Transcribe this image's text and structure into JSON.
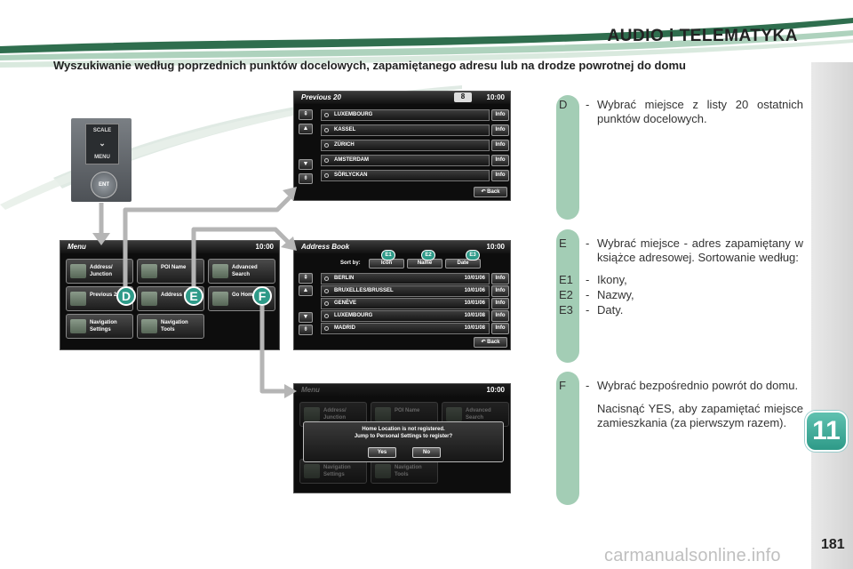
{
  "header": {
    "title": "AUDIO i TELEMATYKA"
  },
  "section_title": "Wyszukiwanie według poprzednich punktów docelowych, zapamiętanego adresu lub na drodze powrotnej do domu",
  "chapter": "11",
  "page_number": "181",
  "watermark": "carmanualsonline.info",
  "markers": {
    "d": "D",
    "e": "E",
    "f": "F"
  },
  "hardware": {
    "scale": "SCALE",
    "menu": "MENU",
    "ent": "ENT"
  },
  "menu_screen": {
    "title": "Menu",
    "clock": "10:00",
    "buttons": [
      {
        "label": "Address/ Junction"
      },
      {
        "label": "POI Name"
      },
      {
        "label": "Advanced Search"
      },
      {
        "label": "Previous 20"
      },
      {
        "label": "Address Book"
      },
      {
        "label": "Go Home"
      },
      {
        "label": "Navigation Settings"
      },
      {
        "label": "Navigation Tools"
      }
    ]
  },
  "previous_screen": {
    "title": "Previous 20",
    "clock": "10:00",
    "counter": "8",
    "rows": [
      "LUXEMBOURG",
      "KASSEL",
      "ZÜRICH",
      "AMSTERDAM",
      "SÖRLYCKAN"
    ],
    "info": "Info",
    "back": "Back"
  },
  "address_screen": {
    "title": "Address Book",
    "clock": "10:00",
    "sort_by": "Sort by:",
    "sort_buttons": [
      "Icon",
      "Name",
      "Date"
    ],
    "badges": [
      "E1",
      "E2",
      "E3"
    ],
    "rows": [
      {
        "name": "BERLIN",
        "date": "10/01/06"
      },
      {
        "name": "BRUXELLES/BRUSSEL",
        "date": "10/01/06"
      },
      {
        "name": "GENÈVE",
        "date": "10/01/06"
      },
      {
        "name": "LUXEMBOURG",
        "date": "10/01/08"
      },
      {
        "name": "MADRID",
        "date": "10/01/08"
      }
    ],
    "info": "Info",
    "back": "Back"
  },
  "home_screen": {
    "title": "Menu",
    "clock": "10:00",
    "dialog_line1": "Home Location is not registered.",
    "dialog_line2": "Jump to Personal Settings to register?",
    "yes": "Yes",
    "no": "No"
  },
  "explanations": {
    "d": {
      "key": "D",
      "dash": "-",
      "text": "Wybrać miejsce z listy 20 ostatnich punktów docelowych."
    },
    "e": {
      "key": "E",
      "dash": "-",
      "text": "Wybrać miejsce - adres zapamiętany w książce adresowej. Sortowanie według:"
    },
    "e1": {
      "key": "E1",
      "dash": "-",
      "text": "Ikony,"
    },
    "e2": {
      "key": "E2",
      "dash": "-",
      "text": "Nazwy,"
    },
    "e3": {
      "key": "E3",
      "dash": "-",
      "text": "Daty."
    },
    "f": {
      "key": "F",
      "dash": "-",
      "text": "Wybrać bezpośrednio powrót do domu."
    },
    "f2": {
      "text": "Nacisnąć YES, aby zapamiętać miejsce zamieszkania (za pierwszym razem)."
    }
  },
  "colors": {
    "accent": "#2e9a88",
    "pill": "#a3cdb5",
    "arrow": "#b5b5b5"
  }
}
